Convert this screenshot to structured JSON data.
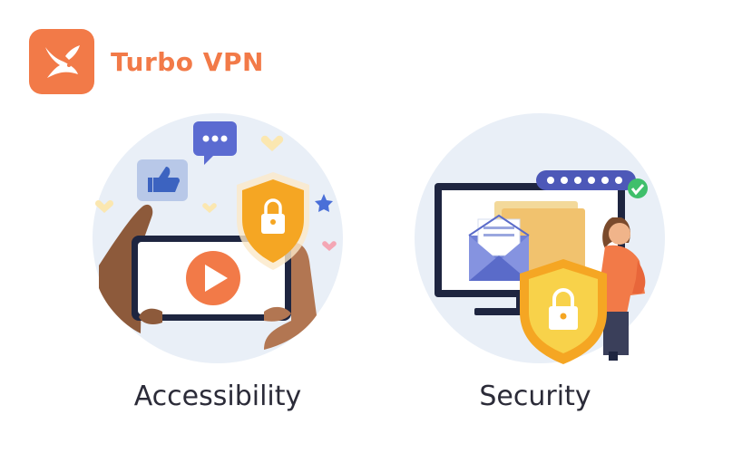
{
  "brand": {
    "name": "Turbo VPN",
    "color": "#f27a48"
  },
  "features": [
    {
      "label": "Accessibility",
      "icon": "video-shield-illustration"
    },
    {
      "label": "Security",
      "icon": "computer-shield-illustration"
    }
  ],
  "colors": {
    "circle_bg": "#e9eff7",
    "shield": "#f5a623",
    "play": "#f27a48"
  }
}
